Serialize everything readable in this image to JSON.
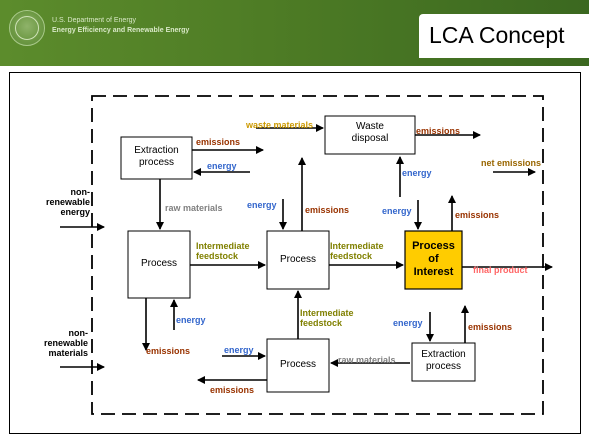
{
  "header": {
    "agency_line1": "U.S. Department of Energy",
    "agency_line2": "Energy Efficiency and Renewable Energy",
    "title": "LCA Concept",
    "band_color": "#4e7c25"
  },
  "diagram": {
    "boxes": {
      "extraction_top": "Extraction process",
      "waste_disposal": "Waste disposal",
      "process_left": "Process",
      "process_mid": "Process",
      "process_interest": "Process of Interest",
      "process_bottom": "Process",
      "extraction_bottom": "Extraction process"
    },
    "labels": {
      "emissions": "emissions",
      "energy": "energy",
      "waste_materials": "waste materials",
      "net_emissions": "net emissions",
      "raw_materials": "raw materials",
      "intermediate_feedstock": "Intermediate feedstock",
      "final_product": "final product",
      "non_renewable_energy": "non- renewable energy",
      "non_renewable_materials": "non- renewable materials"
    },
    "colors": {
      "emissions": "#993300",
      "energy": "#3366cc",
      "materials": "#808080",
      "feedstock": "#808000",
      "final_product": "#ff6666",
      "waste": "#cc9900",
      "net": "#996600",
      "interest_fill": "#ffcc00"
    }
  }
}
